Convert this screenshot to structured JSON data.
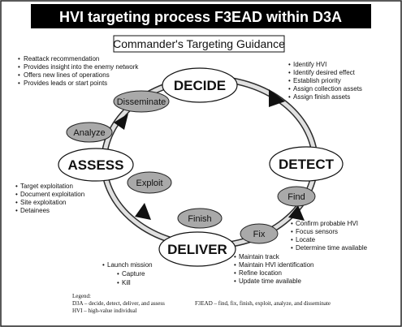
{
  "title": "HVI targeting process F3EAD within D3A",
  "guidance": "Commander's Targeting Guidance",
  "phases": {
    "decide": "DECIDE",
    "detect": "DETECT",
    "deliver": "DELIVER",
    "assess": "ASSESS"
  },
  "steps": {
    "disseminate": "Disseminate",
    "analyze": "Analyze",
    "exploit": "Exploit",
    "find": "Find",
    "finish": "Finish",
    "fix": "Fix"
  },
  "notes": {
    "decide_left": [
      "Reattack recommendation",
      "Provides insight into the enemy network",
      "Offers new lines of operations",
      "Provides leads or start points"
    ],
    "decide_right": [
      "Identify HVI",
      "Identify desired effect",
      "Establish priority",
      "Assign collection assets",
      "Assign finish assets"
    ],
    "assess": [
      "Target exploitation",
      "Document exploitation",
      "Site exploitation",
      "Detainees"
    ],
    "find": [
      "Confirm probable HVI",
      "Focus sensors",
      "Locate",
      "Determine time available"
    ],
    "fix": [
      "Maintain track",
      "Maintain HVI identification",
      "Refine location",
      "Update time available"
    ],
    "deliver": {
      "main": "Launch mission",
      "sub": [
        "Capture",
        "Kill"
      ]
    }
  },
  "legend": {
    "heading": "Legend:",
    "d3a": "D3A – decide, detect, deliver, and assess",
    "f3ead": "F3EAD – find, fix, finish, exploit, analyze, and disseminate",
    "hvi": "HVI – high-value individual"
  },
  "colors": {
    "title_bg": "#000000",
    "title_text": "#ffffff",
    "step_fill": "#a9a9a9",
    "phase_fill": "#ffffff",
    "ring": "#d6d6d6",
    "ink": "#111111"
  },
  "icons": {
    "bullet": "bullet-icon",
    "arrow": "flow-arrow-icon"
  }
}
